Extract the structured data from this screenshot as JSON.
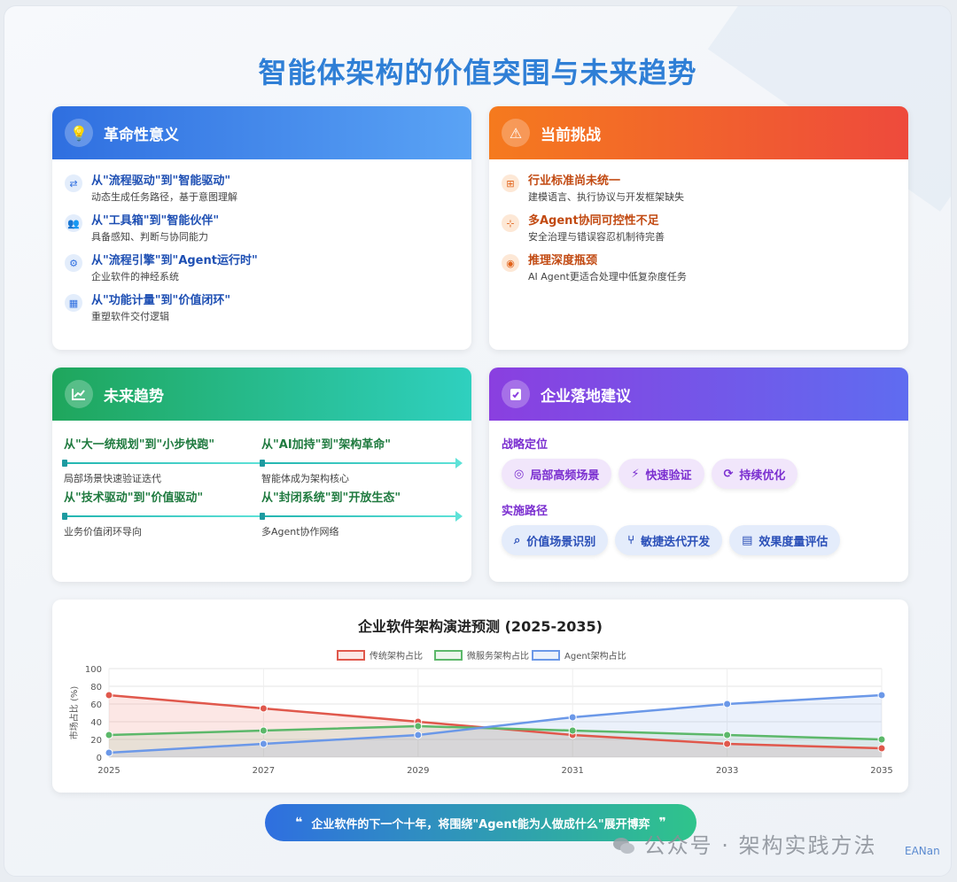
{
  "title": "智能体架构的价值突围与未来趋势",
  "revolution": {
    "header": "革命性意义",
    "header_icon": "lightbulb-icon",
    "items": [
      {
        "icon": "exchange-icon",
        "title": "从\"流程驱动\"到\"智能驱动\"",
        "desc": "动态生成任务路径，基于意图理解"
      },
      {
        "icon": "users-icon",
        "title": "从\"工具箱\"到\"智能伙伴\"",
        "desc": "具备感知、判断与协同能力"
      },
      {
        "icon": "gears-icon",
        "title": "从\"流程引擎\"到\"Agent运行时\"",
        "desc": "企业软件的神经系统"
      },
      {
        "icon": "calendar-icon",
        "title": "从\"功能计量\"到\"价值闭环\"",
        "desc": "重塑软件交付逻辑"
      }
    ]
  },
  "challenges": {
    "header": "当前挑战",
    "header_icon": "warning-icon",
    "items": [
      {
        "icon": "sitemap-icon",
        "title": "行业标准尚未统一",
        "desc": "建模语言、执行协议与开发框架缺失"
      },
      {
        "icon": "network-icon",
        "title": "多Agent协同可控性不足",
        "desc": "安全治理与错误容忍机制待完善"
      },
      {
        "icon": "brain-icon",
        "title": "推理深度瓶颈",
        "desc": "AI Agent更适合处理中低复杂度任务"
      }
    ]
  },
  "trends": {
    "header": "未来趋势",
    "header_icon": "chart-line-icon",
    "items": [
      {
        "title": "从\"大一统规划\"到\"小步快跑\"",
        "desc": "局部场景快速验证迭代"
      },
      {
        "title": "从\"AI加持\"到\"架构革命\"",
        "desc": "智能体成为架构核心"
      },
      {
        "title": "从\"技术驱动\"到\"价值驱动\"",
        "desc": "业务价值闭环导向"
      },
      {
        "title": "从\"封闭系统\"到\"开放生态\"",
        "desc": "多Agent协作网络"
      }
    ]
  },
  "advice": {
    "header": "企业落地建议",
    "header_icon": "clipboard-check-icon",
    "strategy_label": "战略定位",
    "strategy": [
      {
        "icon": "target-icon",
        "label": "局部高频场景"
      },
      {
        "icon": "bolt-icon",
        "label": "快速验证"
      },
      {
        "icon": "refresh-icon",
        "label": "持续优化"
      }
    ],
    "path_label": "实施路径",
    "path": [
      {
        "icon": "search-icon",
        "label": "价值场景识别"
      },
      {
        "icon": "branch-icon",
        "label": "敏捷迭代开发"
      },
      {
        "icon": "bar-chart-icon",
        "label": "效果度量评估"
      }
    ]
  },
  "chart_data": {
    "type": "area",
    "title": "企业软件架构演进预测 (2025-2035)",
    "xlabel": "",
    "ylabel": "市场占比 (%)",
    "categories": [
      "2025",
      "2027",
      "2029",
      "2031",
      "2033",
      "2035"
    ],
    "ylim": [
      0,
      100
    ],
    "yticks": [
      "0",
      "20",
      "40",
      "60",
      "80",
      "100"
    ],
    "legend_position": "top",
    "grid": true,
    "series": [
      {
        "name": "传统架构占比",
        "values": [
          70,
          55,
          40,
          25,
          15,
          10
        ],
        "color": "#e0584c",
        "fill": "rgba(240,120,110,0.18)"
      },
      {
        "name": "微服务架构占比",
        "values": [
          25,
          30,
          35,
          30,
          25,
          20
        ],
        "color": "#5cb86a",
        "fill": "rgba(120,190,130,0.15)"
      },
      {
        "name": "Agent架构占比",
        "values": [
          5,
          15,
          25,
          45,
          60,
          70
        ],
        "color": "#6b98e8",
        "fill": "rgba(120,160,230,0.15)"
      }
    ]
  },
  "banner": {
    "text": "企业软件的下一个十年，将围绕\"Agent能为人做成什么\"展开博弈",
    "quote_open": "❝",
    "quote_close": "❞"
  },
  "watermark": "公众号 · 架构实践方法",
  "watermark_sub": "EANan"
}
